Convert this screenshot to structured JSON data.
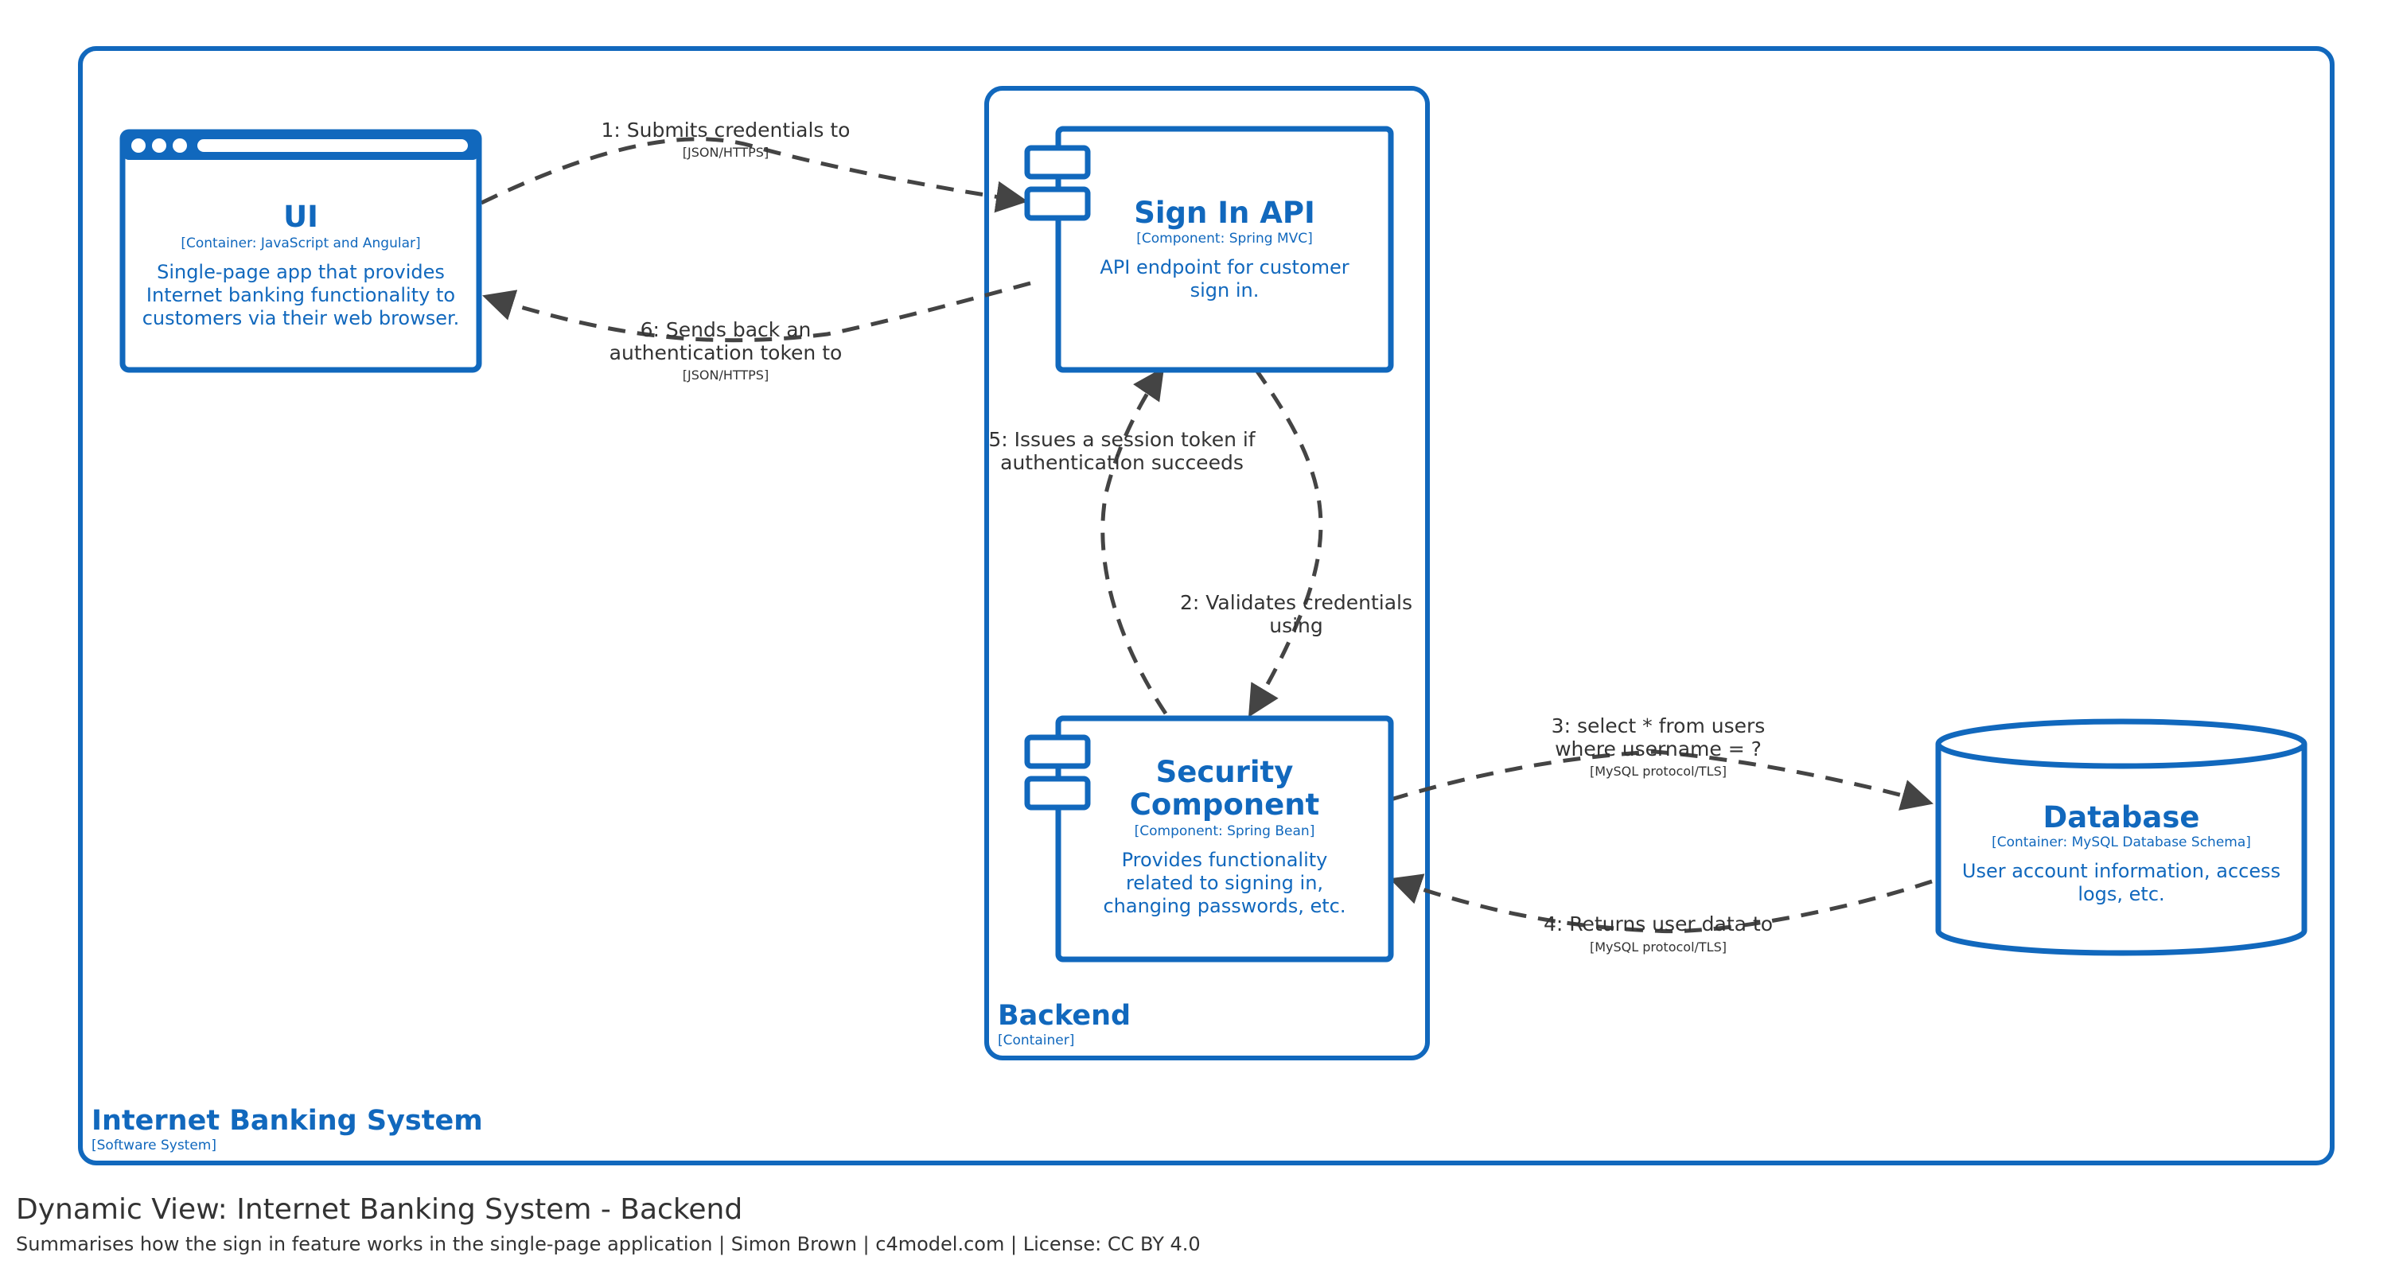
{
  "colors": {
    "accent": "#1168bd",
    "edge": "#444444",
    "text": "#333333",
    "background": "#ffffff"
  },
  "boundaries": {
    "system": {
      "name": "Internet Banking System",
      "type": "[Software System]"
    },
    "container": {
      "name": "Backend",
      "type": "[Container]"
    }
  },
  "elements": {
    "ui": {
      "name": "UI",
      "type": "[Container: JavaScript and Angular]",
      "description": [
        "Single-page app that provides",
        "Internet banking functionality to",
        "customers via their web browser."
      ],
      "icon": "web-browser-window-icon"
    },
    "signin_api": {
      "name": "Sign In API",
      "type": "[Component: Spring MVC]",
      "description": [
        "API endpoint for customer",
        "sign in."
      ],
      "icon": "component-icon"
    },
    "security": {
      "name": [
        "Security",
        "Component"
      ],
      "type": "[Component: Spring Bean]",
      "description": [
        "Provides functionality",
        "related to signing in,",
        "changing passwords, etc."
      ],
      "icon": "component-icon"
    },
    "database": {
      "name": "Database",
      "type": "[Container: MySQL Database Schema]",
      "description": [
        "User account information, access",
        "logs, etc."
      ],
      "icon": "database-cylinder-icon"
    }
  },
  "relationships": {
    "r1": {
      "label": [
        "1: Submits credentials to"
      ],
      "tech": "[JSON/HTTPS]"
    },
    "r2": {
      "label": [
        "2: Validates credentials",
        "using"
      ],
      "tech": ""
    },
    "r3": {
      "label": [
        "3: select * from users",
        "where username = ?"
      ],
      "tech": "[MySQL protocol/TLS]"
    },
    "r4": {
      "label": [
        "4: Returns user data to"
      ],
      "tech": "[MySQL protocol/TLS]"
    },
    "r5": {
      "label": [
        "5: Issues a session token if",
        "authentication succeeds"
      ],
      "tech": ""
    },
    "r6": {
      "label": [
        "6: Sends back an",
        "authentication token to"
      ],
      "tech": "[JSON/HTTPS]"
    }
  },
  "footer": {
    "title": "Dynamic View: Internet Banking System - Backend",
    "subtitle": "Summarises how the sign in feature works in the single-page application | Simon Brown | c4model.com | License: CC BY 4.0"
  }
}
